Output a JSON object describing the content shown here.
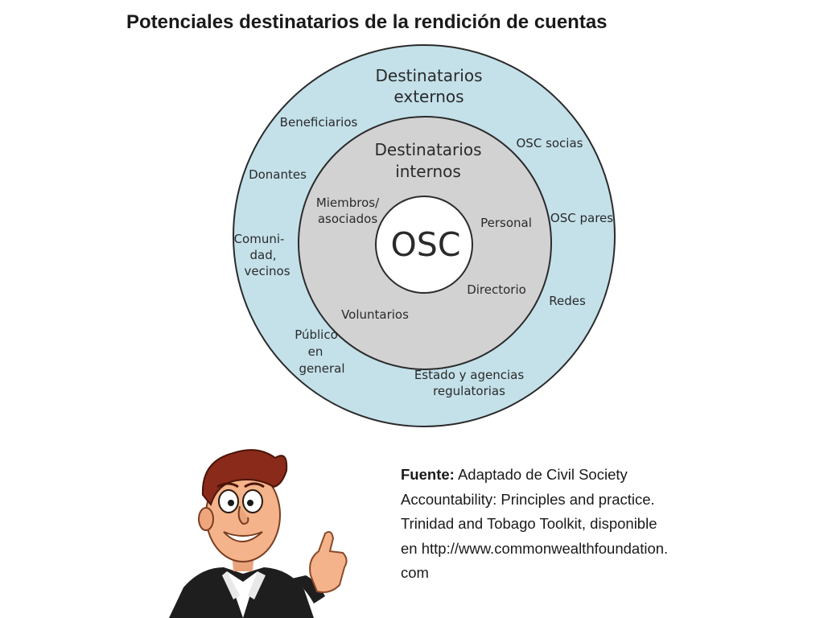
{
  "title": "Potenciales destinatarios de la rendición de cuentas",
  "colors": {
    "outer_ring": "#c4e1ea",
    "inner_ring": "#d2d2d2",
    "center": "#ffffff",
    "stroke": "#2b2b2b"
  },
  "diagram": {
    "outer": {
      "heading": [
        "Destinatarios",
        "externos"
      ],
      "items": [
        [
          "Beneficiarios"
        ],
        [
          "OSC socias"
        ],
        [
          "Donantes"
        ],
        [
          "OSC pares"
        ],
        [
          "Comuni-",
          "dad,",
          "vecinos"
        ],
        [
          "Redes"
        ],
        [
          "Público",
          "en",
          "general"
        ],
        [
          "Estado y agencias",
          "regulatorias"
        ]
      ]
    },
    "inner": {
      "heading": [
        "Destinatarios",
        "internos"
      ],
      "items": [
        [
          "Miembros/",
          "asociados"
        ],
        [
          "Personal"
        ],
        [
          "Directorio"
        ],
        [
          "Voluntarios"
        ]
      ]
    },
    "center": "OSC"
  },
  "source": {
    "label": "Fuente:",
    "lines": [
      "Adaptado de Civil Society",
      "Accountability: Principles and practice.",
      "Trinidad and Tobago Toolkit, disponible",
      "en http://www.commonwealthfoundation.",
      "com"
    ]
  },
  "illustration": "cartoon-man-thumbs-up"
}
